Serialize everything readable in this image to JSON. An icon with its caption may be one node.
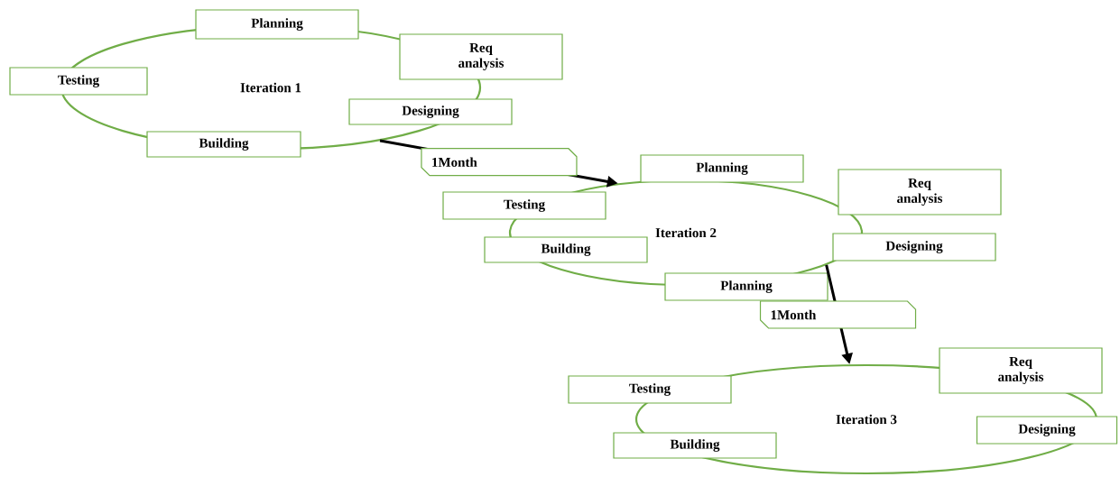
{
  "diagram": {
    "nodes": [
      {
        "text": [
          "Iteration 1"
        ]
      },
      {
        "text": [
          "Planning"
        ]
      },
      {
        "text": [
          "Req analysis"
        ]
      },
      {
        "text": [
          "Testing"
        ]
      },
      {
        "text": [
          "Designing"
        ]
      },
      {
        "text": [
          "Building"
        ]
      },
      {
        "text": [
          "Iteration 2"
        ]
      },
      {
        "text": [
          "Planning"
        ]
      },
      {
        "text": [
          "Req analysis"
        ]
      },
      {
        "text": [
          "Testing"
        ]
      },
      {
        "text": [
          "Designing"
        ]
      },
      {
        "text": [
          "Building"
        ]
      },
      {
        "text": [
          "Planning"
        ]
      },
      {
        "text": [
          "Iteration 3"
        ]
      },
      {
        "text": [
          "Req analysis"
        ]
      },
      {
        "text": [
          "Testing"
        ]
      },
      {
        "text": [
          "Designing"
        ]
      },
      {
        "text": [
          "Building"
        ]
      }
    ],
    "edges": [
      {
        "from": 0,
        "to": 6,
        "arrow": "to",
        "label": "1Month"
      },
      {
        "from": 6,
        "to": 13,
        "arrow": "to",
        "label": "1Month"
      }
    ]
  }
}
